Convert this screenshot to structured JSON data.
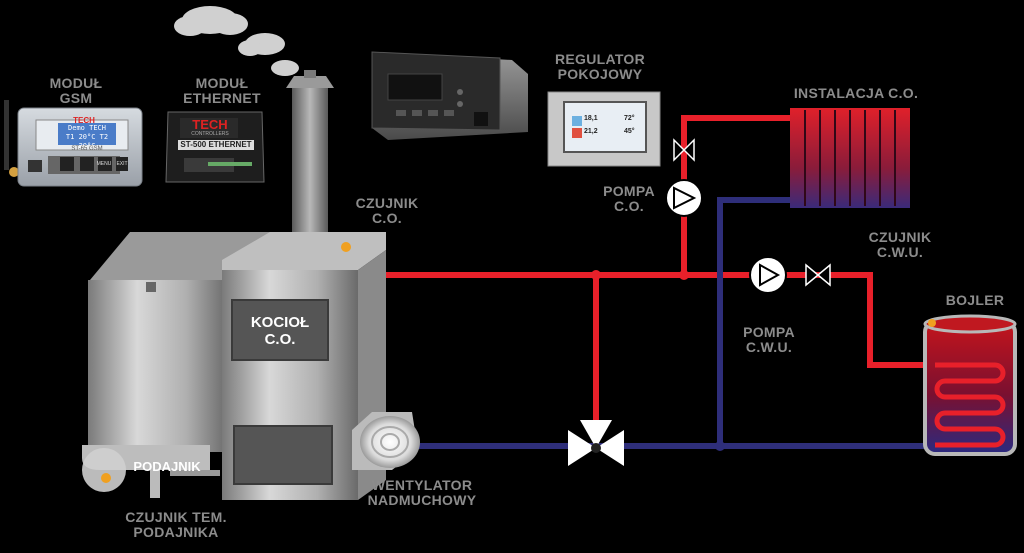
{
  "labels": {
    "modul_gsm": [
      "MODUŁ",
      "GSM"
    ],
    "modul_ethernet": [
      "MODUŁ",
      "ETHERNET"
    ],
    "regulator_pokojowy": [
      "REGULATOR",
      "POKOJOWY"
    ],
    "instalacja_co": "INSTALACJA C.O.",
    "czujnik_co": [
      "CZUJNIK",
      "C.O."
    ],
    "pompa_co": [
      "POMPA",
      "C.O."
    ],
    "czujnik_cwu": [
      "CZUJNIK",
      "C.W.U."
    ],
    "bojler": "BOJLER",
    "pompa_cwu": [
      "POMPA",
      "C.W.U."
    ],
    "kociol_co": [
      "KOCIOŁ",
      "C.O."
    ],
    "podajnik": "PODAJNIK",
    "wentylator": [
      "WENTYLATOR",
      "NADMUCHOWY"
    ],
    "czujnik_podajnika": [
      "CZUJNIK TEM.",
      "PODAJNIKA"
    ]
  },
  "gsm_module": {
    "brand": "TECH",
    "screen_line1": "Demo TECH",
    "screen_line2": "T1 20°C   T2 20°C",
    "model": "ST-65 GSM",
    "buttons": [
      "MENU",
      "EXIT"
    ]
  },
  "ethernet_module": {
    "brand": "TECH",
    "brand_sub": "CONTROLLERS",
    "model": "ST-500 ETHERNET"
  },
  "room_regulator": {
    "values": [
      "18,1",
      "72°",
      "21,2",
      "45°"
    ]
  },
  "colors": {
    "hot_pipe": "#e8202a",
    "cold_pipe": "#2e2e7a",
    "sensor": "#f0a020",
    "background": "#000000"
  }
}
